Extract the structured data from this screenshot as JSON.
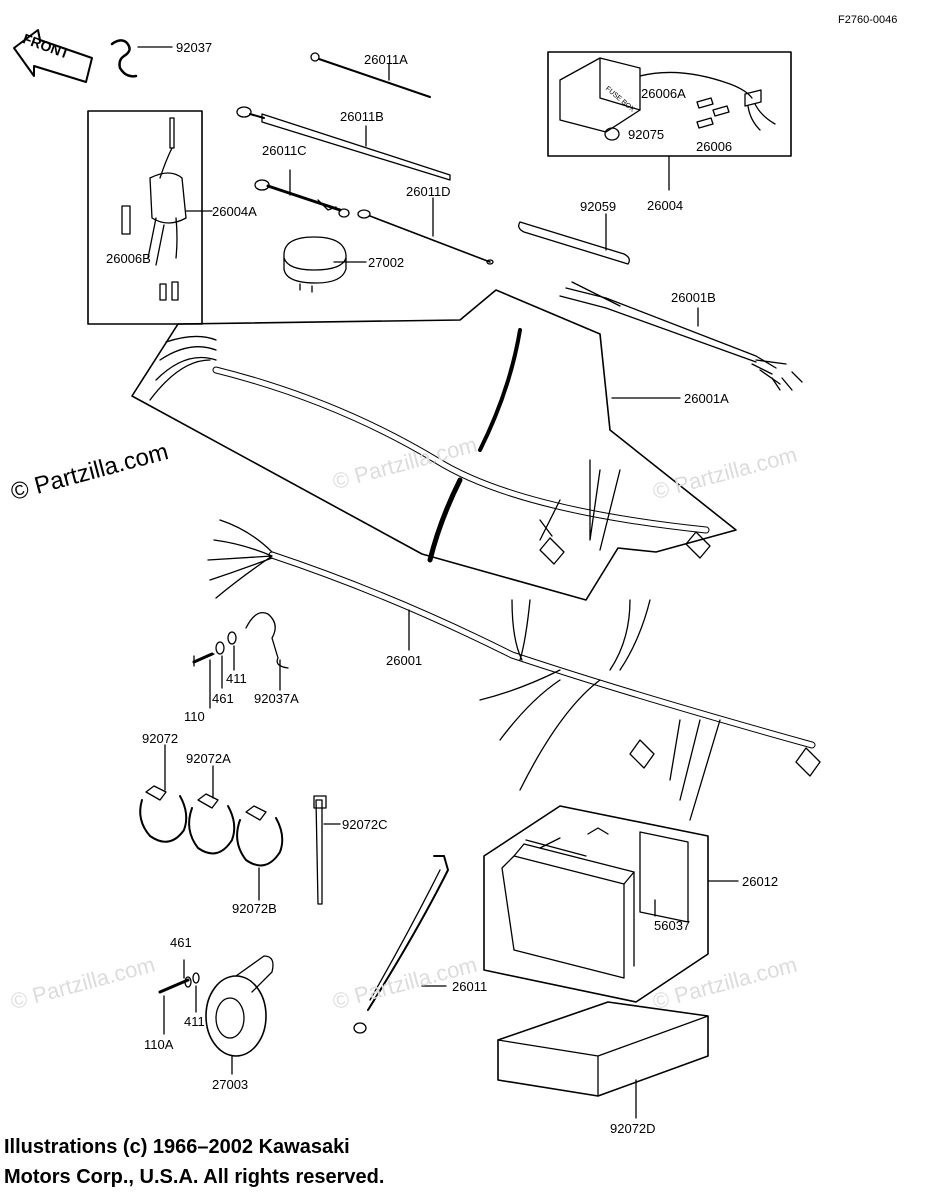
{
  "figure_code": "F2760-0046",
  "front_label": "FRONT",
  "fuse_box_text": "FUSE BOX",
  "watermark": "© Partzilla.com",
  "copyright": {
    "line1": "Illustrations (c) 1966–2002 Kawasaki",
    "line2": "Motors Corp., U.S.A.  All rights reserved."
  },
  "parts": {
    "p92037": "92037",
    "p26011A": "26011A",
    "p26011B": "26011B",
    "p26011C": "26011C",
    "p26011D": "26011D",
    "p26004A": "26004A",
    "p26006B": "26006B",
    "p27002": "27002",
    "p26006A": "26006A",
    "p92075": "92075",
    "p26006": "26006",
    "p26004": "26004",
    "p92059": "92059",
    "p26001B": "26001B",
    "p26001A": "26001A",
    "p26001": "26001",
    "p411a": "411",
    "p461a": "461",
    "p110": "110",
    "p92037A": "92037A",
    "p92072": "92072",
    "p92072A": "92072A",
    "p92072B": "92072B",
    "p92072C": "92072C",
    "p26012": "26012",
    "p56037": "56037",
    "p461b": "461",
    "p411b": "411",
    "p110A": "110A",
    "p27003": "27003",
    "p26011": "26011",
    "p92072D": "92072D"
  }
}
